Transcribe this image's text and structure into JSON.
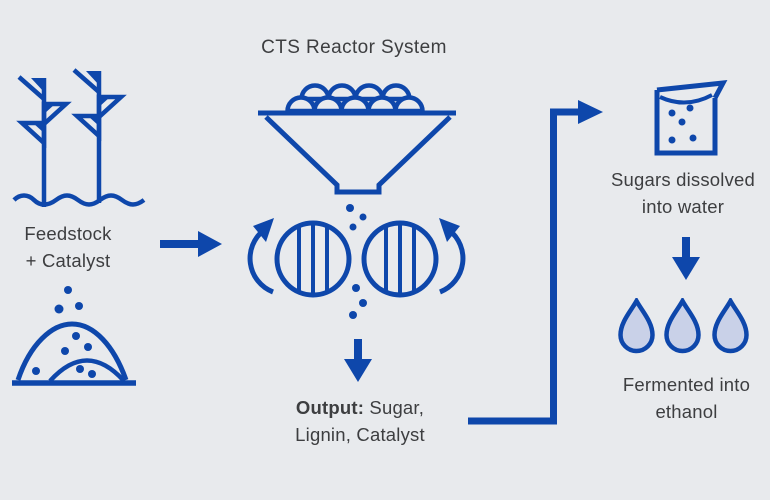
{
  "palette": {
    "background": "#e8eaed",
    "ink": "#0e47ab",
    "droplet_fill": "#c9d1e8",
    "text": "#3d3e40"
  },
  "title": "CTS Reactor System",
  "feedstock": {
    "line1": "Feedstock",
    "line2": "+ Catalyst"
  },
  "output": {
    "prefix": "Output:",
    "line1_rest": " Sugar,",
    "line2": "Lignin, Catalyst"
  },
  "sugars": {
    "line1": "Sugars dissolved",
    "line2": "into water"
  },
  "fermented": {
    "line1": "Fermented into",
    "line2": "ethanol"
  },
  "icons": [
    "plants-icon",
    "pile-icon",
    "arrow-right-icon",
    "hopper-funnel-icon",
    "rollers-icon",
    "arrow-down-icon",
    "elbow-connector-arrow-icon",
    "beaker-icon",
    "arrow-down-icon",
    "droplets-icon"
  ]
}
